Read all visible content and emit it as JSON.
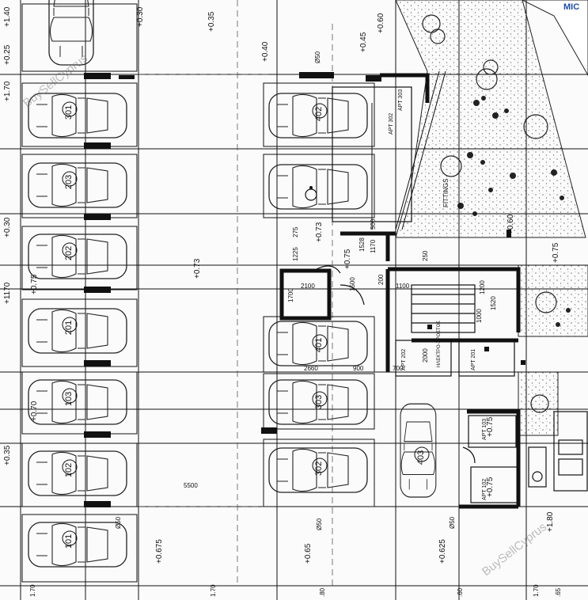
{
  "levels": {
    "top_left_1": "+1.40",
    "top_left_2": "+0.25",
    "left_mid_1": "+1.70",
    "left_mid_2": "+0.30",
    "left_mid_3": "+1170",
    "left_mid_4": "+0.35",
    "top_a": "+0.30",
    "top_b": "+0.35",
    "top_c": "+0.40",
    "top_d": "+0.45",
    "top_e": "+0.60",
    "center": "+0.73",
    "center_left": "+0.75",
    "ramp": "+0.73",
    "ramp2": "+0.75",
    "bottom_a": "+0.675",
    "bottom_b": "+0.65",
    "bottom_c": "+0.625",
    "right_a": "+0.60",
    "right_b": "+0.75",
    "right_c": "+1.80",
    "apt102": "+0.75",
    "apt103": "+0.75",
    "small_a": "+0.70"
  },
  "parking_left": [
    "301",
    "203",
    "202",
    "201",
    "103",
    "102",
    "101"
  ],
  "parking_right": [
    "402",
    "401",
    "303",
    "302"
  ],
  "parking_extra": "403",
  "apartments": {
    "apt303": "APT 303",
    "apt302": "APT 302",
    "apt102": "APT 102",
    "apt103": "APT 103",
    "apt202": "APT 202",
    "apt201": "APT 201"
  },
  "dimensions": {
    "d1": "1225",
    "d2": "275",
    "d3": "2100",
    "d4": "1500",
    "d5": "1700",
    "d6": "1100",
    "d7": "1200",
    "d8": "1520",
    "d9": "5500",
    "d10": "2660",
    "d11": "1170",
    "d12": "1528",
    "d13": "250",
    "d14": "200",
    "d15": "500",
    "d16": "1000",
    "d17": "2000",
    "d18": "700",
    "d19": "900"
  },
  "misc": {
    "dia1": "Ø50",
    "dia2": "Ø50",
    "dia3": "Ø50",
    "dia4": "Ø50",
    "mic": "MIC",
    "fittings": "FITTINGS",
    "electric1": "ΗΛΕΚΤΡΟ-ΧΡΟΣΤΟΣ",
    "edge_bottom_1": "1.70",
    "edge_bottom_2": "1.70",
    "edge_bottom_3": "1.70",
    "edge_bottom_4": ".65",
    "edge_bottom_5": ".80",
    "edge_bottom_6": ".60"
  },
  "watermarks": [
    "BuySellCyprus",
    "BuySellCyprus"
  ]
}
